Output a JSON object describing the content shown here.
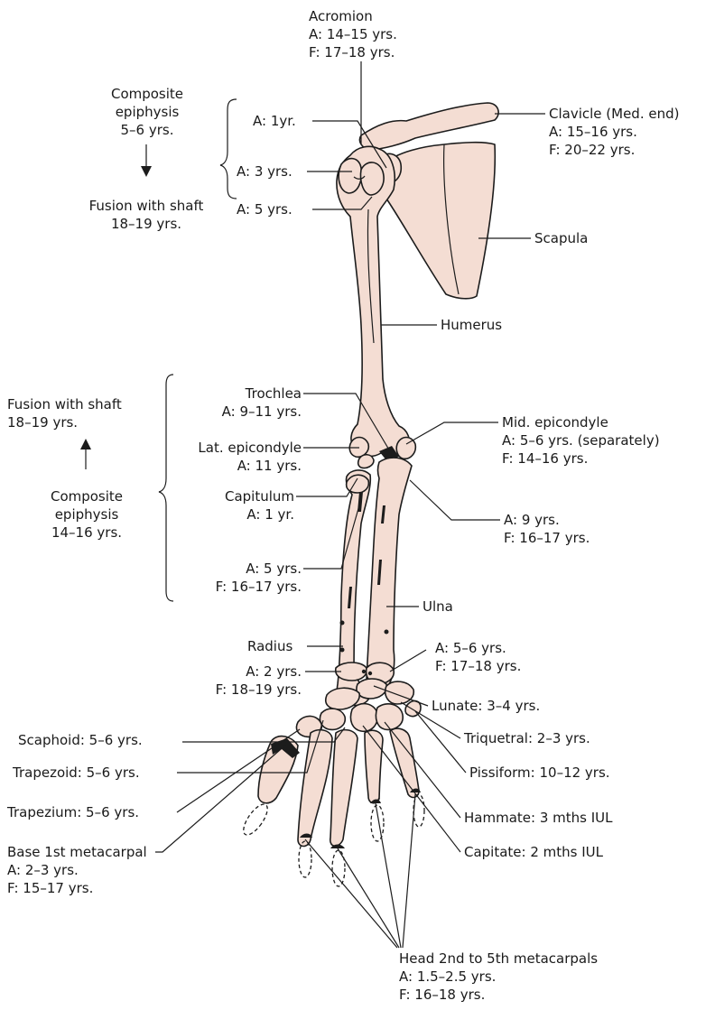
{
  "labels": {
    "acromion": [
      "Acromion",
      "A: 14–15 yrs.",
      "F: 17–18 yrs."
    ],
    "composite_upper": [
      "Composite",
      "epiphysis",
      "5–6 yrs."
    ],
    "fusion_upper": [
      "Fusion with shaft",
      "18–19 yrs."
    ],
    "a_1yr": "A: 1yr.",
    "a_3yrs": "A: 3 yrs.",
    "a_5yrs": "A: 5 yrs.",
    "clavicle": [
      "Clavicle (Med. end)",
      "A: 15–16 yrs.",
      "F: 20–22 yrs."
    ],
    "scapula": "Scapula",
    "humerus": "Humerus",
    "fusion_lower": [
      "Fusion with shaft",
      "18–19 yrs."
    ],
    "composite_lower": [
      "Composite",
      "epiphysis",
      "14–16 yrs."
    ],
    "trochlea": [
      "Trochlea",
      "A: 9–11 yrs."
    ],
    "lat_epicondyle": [
      "Lat. epicondyle",
      "A: 11 yrs."
    ],
    "capitulum": [
      "Capitulum",
      "A: 1 yr."
    ],
    "radius_head": [
      "A: 5 yrs.",
      "F: 16–17 yrs."
    ],
    "mid_epicondyle": [
      "Mid. epicondyle",
      "A: 5–6 yrs. (separately)",
      "F: 14–16 yrs."
    ],
    "ulna_upper": [
      "A: 9 yrs.",
      "F: 16–17 yrs."
    ],
    "ulna": "Ulna",
    "radius": "Radius",
    "radius_lower": [
      "A: 2 yrs.",
      "F: 18–19 yrs."
    ],
    "ulna_lower": [
      "A: 5–6 yrs.",
      "F: 17–18 yrs."
    ],
    "lunate": "Lunate: 3–4 yrs.",
    "scaphoid": "Scaphoid: 5–6 yrs.",
    "triquetral": "Triquetral: 2–3 yrs.",
    "trapezoid": "Trapezoid: 5–6 yrs.",
    "pissiform": "Pissiform: 10–12 yrs.",
    "trapezium": "Trapezium: 5–6 yrs.",
    "hammate": "Hammate: 3 mths IUL",
    "capitate": "Capitate: 2 mths IUL",
    "base_1st_metacarpal": [
      "Base 1st metacarpal",
      "A: 2–3 yrs.",
      "F: 15–17 yrs."
    ],
    "head_metacarpals": [
      "Head 2nd to 5th metacarpals",
      "A: 1.5–2.5 yrs.",
      "F: 16–18 yrs."
    ]
  },
  "colors": {
    "bone_fill": "#f4ddd3",
    "ink": "#1c1c1c"
  }
}
